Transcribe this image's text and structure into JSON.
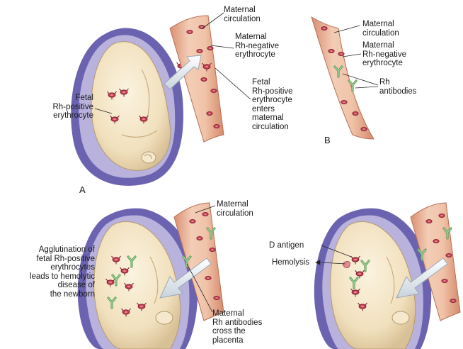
{
  "panels": {
    "a": "A",
    "b": "B"
  },
  "panel_a": {
    "maternal_circulation": "Maternal\ncirculation",
    "maternal_rh_negative": "Maternal\nRh-negative\nerythrocyte",
    "fetal_rh_positive": "Fetal\nRh-positive\nerythrocyte",
    "fetal_enters": "Fetal\nRh-positive\nerythrocyte\nenters\nmaternal\ncirculation"
  },
  "panel_b": {
    "maternal_circulation": "Maternal\ncirculation",
    "maternal_rh_negative": "Maternal\nRh-negative\nerythrocyte",
    "rh_antibodies": "Rh\nantibodies"
  },
  "panel_c": {
    "maternal_circulation": "Maternal\ncirculation",
    "agglutination": "Agglutination of\nfetal Rh-positive\nerythrocytes\nleads to hemolytic\ndisease of\nthe newborn",
    "antibodies_cross": "Maternal\nRh antibodies\ncross the\nplacenta"
  },
  "panel_d": {
    "d_antigen": "D antigen",
    "hemolysis": "Hemolysis"
  },
  "colors": {
    "uterus": "#6b63b0",
    "fetus": "#f4e6c8",
    "vessel": "#eab89c",
    "rbc": "#b8384a",
    "antibody": "#7fb87a",
    "arrow": "#dde4ec"
  }
}
